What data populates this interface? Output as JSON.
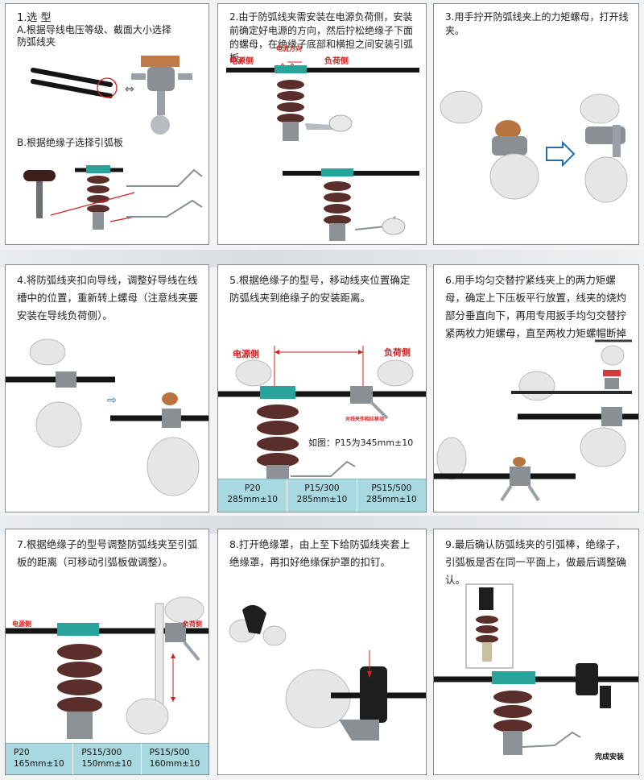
{
  "panels": {
    "p1": {
      "title": "1.选 型",
      "line_a": "A.根据导线电压等级、截面大小选择",
      "line_a2": "防弧线夹",
      "line_b": "B.根据绝缘子选择引弧板"
    },
    "p2": {
      "text": "2.由于防弧线夹需安装在电源负荷侧，安装前确定好电源的方向，然后拧松绝缘子下面的螺母，在绝缘子底部和横担之间安装引弧板。",
      "label_source": "电源侧",
      "label_direction": "电流方向",
      "label_load": "负荷侧"
    },
    "p3": {
      "text": "3.用手拧开防弧线夹上的力矩螺母，打开线夹。"
    },
    "p4": {
      "text": "4.将防弧线夹扣向导线，调整好导线在线槽中的位置，重新转上螺母（注意线夹要安装在导线负荷侧）。"
    },
    "p5": {
      "text": "5.根据绝缘子的型号，移动线夹位置确定防弧线夹到绝缘子的安装距离。",
      "label_source": "电源侧",
      "label_load": "负荷侧",
      "small_note": "对线夹作相应移动",
      "example": "如图：P15为345mm±10",
      "table": [
        {
          "model": "P20",
          "value": "285mm±10"
        },
        {
          "model": "P15/300",
          "value": "285mm±10"
        },
        {
          "model": "PS15/500",
          "value": "285mm±10"
        }
      ]
    },
    "p6": {
      "text": "6.用手均匀交替拧紧线夹上的两力矩螺母，确定上下压板平行放置，线夹的烧灼部分垂直向下，再用专用扳手均匀交替拧紧两枚力矩螺母，直至两枚力矩螺帽断掉"
    },
    "p7": {
      "text": "7.根据绝缘子的型号调整防弧线夹至引弧板的距离（可移动引弧板做调整）。",
      "label_source": "电源侧",
      "label_load": "负荷侧",
      "table": [
        {
          "model": "P20",
          "value": "165mm±10"
        },
        {
          "model": "PS15/300",
          "value": "150mm±10"
        },
        {
          "model": "PS15/500",
          "value": "160mm±10"
        }
      ]
    },
    "p8": {
      "text": "8.打开绝缘罩，由上至下给防弧线夹套上绝缘罩，再扣好绝缘保护罩的扣钉。"
    },
    "p9": {
      "text": "9.最后确认防弧线夹的引弧棒，绝缘子，引弧板是否在同一平面上，做最后调整确认。",
      "footer": "完成安装"
    }
  },
  "colors": {
    "red_label": "#d21e1e",
    "table_bg": "#a8d9e0",
    "porcelain": "#5a2e2a",
    "cable": "#141414",
    "clamp": "#2aa39a"
  }
}
